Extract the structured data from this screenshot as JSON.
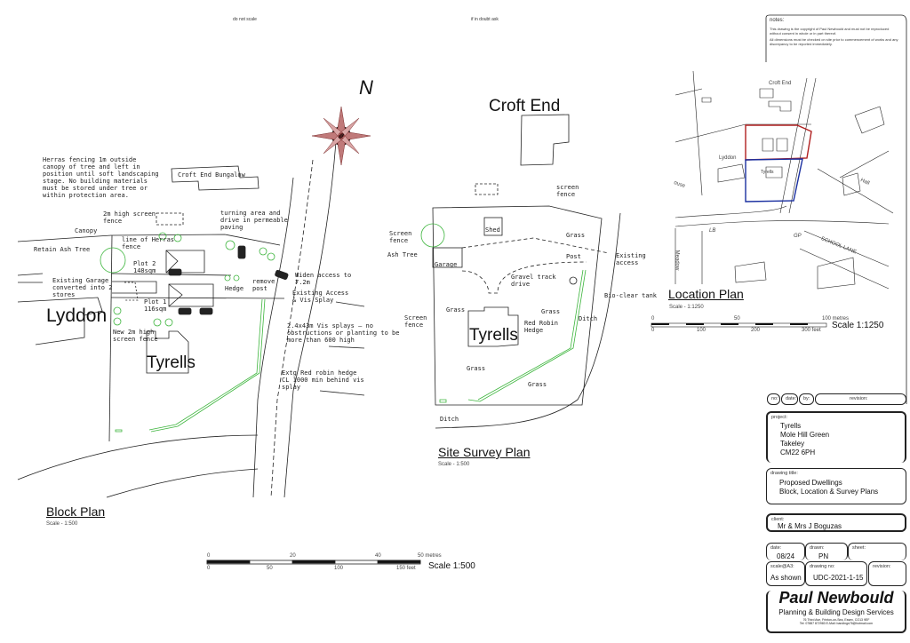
{
  "header": {
    "left_note": "do not scale",
    "center_note": "if in doubt ask"
  },
  "notes": {
    "label": "notes:",
    "line1": "This drawing is the copyright of Paul Newbould and must not be reproduced",
    "line2": "without consent in whole or in part thereof.",
    "line3": "All dimensions must be checked on site prior to commencement of works and any",
    "line4": "discrepancy to be reported immediately."
  },
  "north_arrow": {
    "label": "N",
    "color": "#b05a5a"
  },
  "block_plan": {
    "title": "Block Plan",
    "scale": "Scale - 1:500",
    "herras_note": [
      "Herras fencing 1m outside",
      "canopy of tree and left in",
      "position until soft landscaping",
      "stage. No building materials",
      "must be stored under tree or",
      "within protection area."
    ],
    "croft_end_bungalow": "Croft End Bungalow",
    "screen_fence": [
      "2m high screen",
      "fence"
    ],
    "canopy": "Canopy",
    "retain_ash_tree": "Retain Ash Tree",
    "herras_line": [
      "line of Herras",
      "fence"
    ],
    "plot2": [
      "Plot 2",
      "148sqm"
    ],
    "existing_garage": [
      "Existing Garage",
      "converted into 2",
      "stores"
    ],
    "plot1": [
      "Plot 1",
      "116sqm"
    ],
    "new_fence": [
      "New 2m high",
      "screen fence"
    ],
    "lyddon": "Lyddon",
    "tyrells": "Tyrells",
    "turning_area": [
      "turning area and",
      "drive in permeable",
      "paving"
    ],
    "hedge": "Hedge",
    "remove_post": [
      "remove",
      "post"
    ],
    "widen_access": [
      "Widen access to",
      "7.2m"
    ],
    "existing_access": [
      "Existing Access",
      "& Vis Splay"
    ],
    "vis_splays": [
      "2.4x43m Vis splays — no",
      "obstructions or planting to be",
      "more than 600 high"
    ],
    "red_robin": [
      "Extg Red robin hedge",
      "CL 1000 min behind vis",
      "splay"
    ],
    "hedge_color": "#3db53d"
  },
  "scale_bar_500": {
    "metres": [
      "0",
      "20",
      "40",
      "50 metres"
    ],
    "feet": [
      "0",
      "50",
      "100",
      "150 feet"
    ],
    "label": "Scale 1:500"
  },
  "site_survey": {
    "title": "Site Survey Plan",
    "scale": "Scale - 1:500",
    "croft_end": "Croft End",
    "tyrells": "Tyrells",
    "screen_fence_top": [
      "screen",
      "fence"
    ],
    "screen_fence_left": [
      "Screen",
      "fence"
    ],
    "ash_tree": "Ash Tree",
    "shed": "Shed",
    "garage": "Garage",
    "grass": "Grass",
    "post": "Post",
    "existing_access": [
      "Existing",
      "access"
    ],
    "gravel": [
      "Gravel track",
      "drive"
    ],
    "bio_clear": "Bio-clear tank",
    "screen_fence_mid": [
      "Screen",
      "fence"
    ],
    "red_robin": [
      "Red Robin",
      "Hedge"
    ],
    "ditch": "Ditch"
  },
  "location_plan": {
    "title": "Location Plan",
    "scale": "Scale - 1:1250",
    "croft_end": "Croft End",
    "lyddon": "Lyddon",
    "tyrells": "Tyrells",
    "hall": "Hall",
    "lb": "LB",
    "gp": "GP",
    "school_lane": "SCHOOL LANE",
    "meadow": "Meadow",
    "house": "ouse",
    "red_line_color": "#b02020",
    "blue_line_color": "#1a2fa0",
    "scale_bar": {
      "metres": [
        "0",
        "50",
        "100 metres"
      ],
      "feet": [
        "0",
        "100",
        "200",
        "300 feet"
      ],
      "label": "Scale 1:1250"
    }
  },
  "title_block": {
    "revision": {
      "no": "no:",
      "date": "date:",
      "by": "by:",
      "revision": "revision:"
    },
    "project": {
      "label": "project:",
      "lines": [
        "Tyrells",
        "Mole Hill Green",
        "Takeley",
        "CM22 6PH"
      ]
    },
    "drawing_title": {
      "label": "drawing title:",
      "lines": [
        "Proposed Dwellings",
        "Block, Location & Survey Plans"
      ]
    },
    "client": {
      "label": "client:",
      "value": "Mr & Mrs J Boguzas"
    },
    "date": {
      "label": "date:",
      "value": "08/24"
    },
    "drawn": {
      "label": "drawn:",
      "value": "PN"
    },
    "sheet": {
      "label": "sheet:",
      "value": ""
    },
    "scale": {
      "label": "scale@A3:",
      "value": "As shown"
    },
    "drawing_no": {
      "label": "drawing no:",
      "value": "UDC-2021-1-15"
    },
    "rev": {
      "label": "revision:",
      "value": ""
    },
    "company": {
      "name": "Paul Newbould",
      "tagline": "Planning & Building Design Services",
      "address": "76 Third Ave, Frinton-on-Sea, Essex, CO13 9EF",
      "contact": "Tel: 07887 872983     E-Mail: bandings76@hotmail.com"
    }
  }
}
